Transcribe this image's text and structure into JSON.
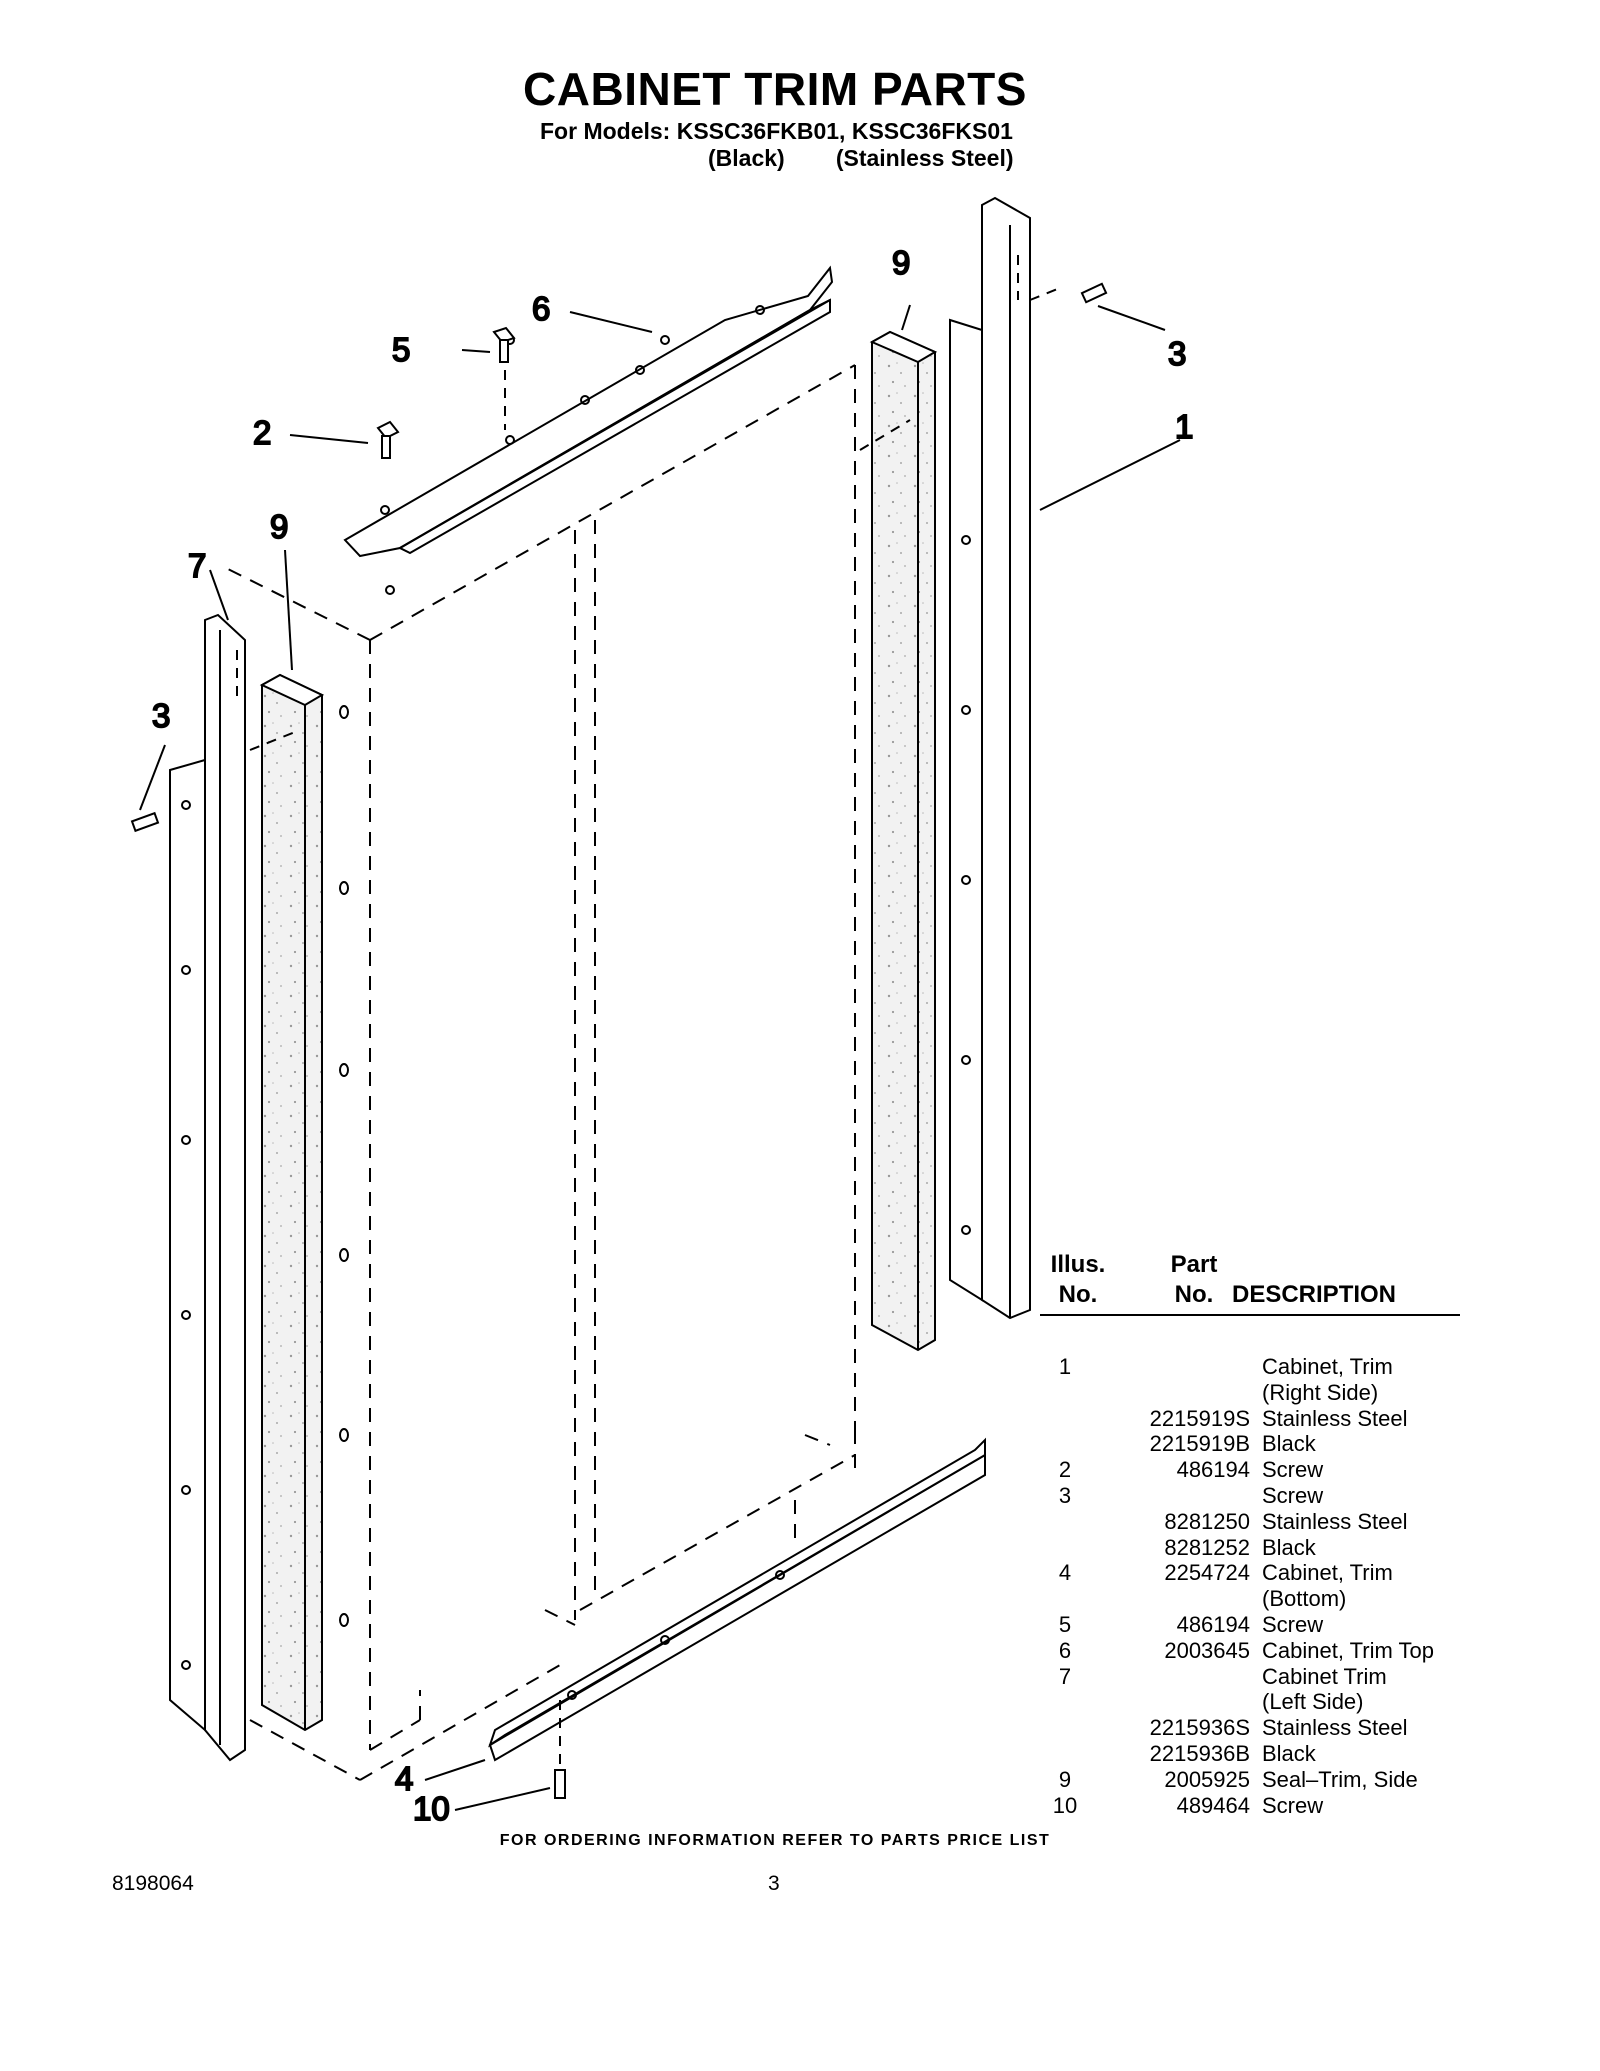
{
  "title": "CABINET TRIM PARTS",
  "subtitle": {
    "line1": "For Models: KSSC36FKB01, KSSC36FKS01",
    "line2": "(Black)        (Stainless Steel)"
  },
  "callouts": {
    "c1": "1",
    "c2": "2",
    "c3a": "3",
    "c3b": "3",
    "c4": "4",
    "c5": "5",
    "c6": "6",
    "c7": "7",
    "c9a": "9",
    "c9b": "9",
    "c10": "10"
  },
  "parts_table": {
    "header": {
      "illus_line1": "Illus.",
      "illus_line2": "No.",
      "part_line1": "Part",
      "part_line2": "No.",
      "description": "DESCRIPTION"
    },
    "rows": [
      {
        "illus": "1",
        "part": "",
        "desc": "Cabinet, Trim"
      },
      {
        "illus": "",
        "part": "",
        "desc": "(Right Side)"
      },
      {
        "illus": "",
        "part": "2215919S",
        "desc": "Stainless Steel"
      },
      {
        "illus": "",
        "part": "2215919B",
        "desc": "Black"
      },
      {
        "illus": "2",
        "part": "486194",
        "desc": "Screw"
      },
      {
        "illus": "3",
        "part": "",
        "desc": "Screw"
      },
      {
        "illus": "",
        "part": "8281250",
        "desc": "Stainless Steel"
      },
      {
        "illus": "",
        "part": "8281252",
        "desc": "Black"
      },
      {
        "illus": "4",
        "part": "2254724",
        "desc": "Cabinet, Trim"
      },
      {
        "illus": "",
        "part": "",
        "desc": "(Bottom)"
      },
      {
        "illus": "5",
        "part": "486194",
        "desc": "Screw"
      },
      {
        "illus": "6",
        "part": "2003645",
        "desc": "Cabinet, Trim Top"
      },
      {
        "illus": "7",
        "part": "",
        "desc": "Cabinet Trim"
      },
      {
        "illus": "",
        "part": "",
        "desc": "(Left Side)"
      },
      {
        "illus": "",
        "part": "2215936S",
        "desc": "Stainless Steel"
      },
      {
        "illus": "",
        "part": "2215936B",
        "desc": "Black"
      },
      {
        "illus": "9",
        "part": "2005925",
        "desc": "Seal–Trim, Side"
      },
      {
        "illus": "10",
        "part": "489464",
        "desc": "Screw"
      }
    ]
  },
  "footer_note": "FOR ORDERING INFORMATION REFER TO PARTS PRICE LIST",
  "doc_number": "8198064",
  "page_number": "3"
}
